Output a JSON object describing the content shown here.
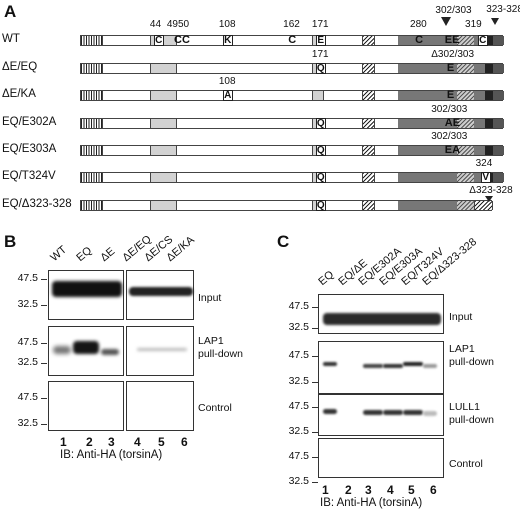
{
  "panel_letters": {
    "a": "A",
    "b": "B",
    "c": "C"
  },
  "constructs": [
    {
      "name": "WT",
      "residues": [
        "C",
        "CC",
        "K",
        "C",
        "E",
        "C",
        "EE",
        "C"
      ],
      "numbers": [
        "44",
        "4950",
        "108",
        "162",
        "171",
        "280",
        "302/303",
        "319",
        "323-328"
      ]
    },
    {
      "name": "ΔE/EQ",
      "residues": [
        "Q",
        "E"
      ],
      "numbers": [
        "171",
        "Δ302/303"
      ]
    },
    {
      "name": "ΔE/KA",
      "residues": [
        "A",
        "E"
      ],
      "numbers": [
        "108"
      ]
    },
    {
      "name": "EQ/E302A",
      "residues": [
        "Q",
        "AE"
      ],
      "numbers": [
        "302/303"
      ]
    },
    {
      "name": "EQ/E303A",
      "residues": [
        "Q",
        "EA"
      ],
      "numbers": [
        "302/303"
      ]
    },
    {
      "name": "EQ/T324V",
      "residues": [
        "Q",
        "V"
      ],
      "numbers": [
        "324"
      ]
    },
    {
      "name": "EQ/Δ323-328",
      "residues": [
        "Q"
      ],
      "numbers": [
        "Δ323-328"
      ]
    }
  ],
  "blot_b": {
    "lanes_left": [
      "WT",
      "EQ",
      "ΔE"
    ],
    "lanes_right": [
      "ΔE/EQ",
      "ΔE/CS",
      "ΔE/KA"
    ],
    "mw": [
      "47.5",
      "32.5",
      "47.5",
      "32.5",
      "47.5",
      "32.5"
    ],
    "rows": [
      "Input",
      "LAP1\npull-down",
      "Control"
    ],
    "lane_numbers": [
      "1",
      "2",
      "3",
      "4",
      "5",
      "6"
    ],
    "footer": "IB: Anti-HA (torsinA)"
  },
  "blot_c": {
    "lanes": [
      "EQ",
      "EQ/ΔE",
      "EQ/E302A",
      "EQ/E303A",
      "EQ/T324V",
      "EQ/Δ323-328"
    ],
    "mw": [
      "47.5",
      "32.5",
      "47.5",
      "32.5",
      "47.5",
      "32.5",
      "47.5",
      "32.5"
    ],
    "rows": [
      "Input",
      "LAP1\npull-down",
      "LULL1\npull-down",
      "Control"
    ],
    "lane_numbers": [
      "1",
      "2",
      "3",
      "4",
      "5",
      "6"
    ],
    "footer": "IB: Anti-HA (torsinA)"
  }
}
